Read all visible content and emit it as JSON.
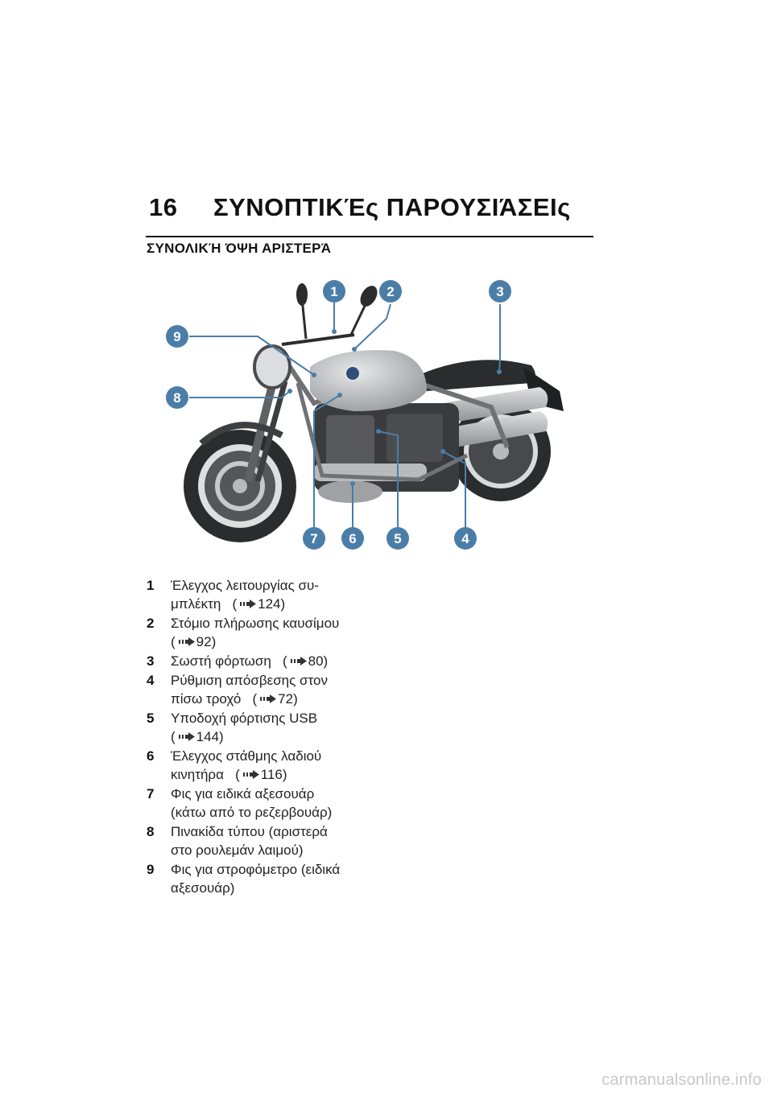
{
  "header": {
    "page_number": "16",
    "chapter_title": "ΣΥΝΟΠΤΙΚΈς ΠΑΡΟΥΣΙΆΣΕΙς"
  },
  "section_title": "ΣΥΝΟΛΙΚΉ ΌΨΗ ΑΡΙΣΤΕΡΆ",
  "figure": {
    "callouts": [
      "1",
      "2",
      "3",
      "4",
      "5",
      "6",
      "7",
      "8",
      "9"
    ],
    "accent_color": "#4a7ea8"
  },
  "items": [
    {
      "num": "1",
      "line1": "Έλεγχος λειτουργίας συ-",
      "line2": "μπλέκτη",
      "ref": "124)"
    },
    {
      "num": "2",
      "line1": "Στόμιο πλήρωσης καυσίμου",
      "line2": "",
      "ref": "92)"
    },
    {
      "num": "3",
      "line1": "Σωστή φόρτωση",
      "line2": "",
      "ref": "80)"
    },
    {
      "num": "4",
      "line1": "Ρύθμιση απόσβεσης στον",
      "line2": "πίσω τροχό",
      "ref": "72)"
    },
    {
      "num": "5",
      "line1": "Υποδοχή φόρτισης USB",
      "line2": "",
      "ref": "144)"
    },
    {
      "num": "6",
      "line1": "Έλεγχος στάθμης λαδιού",
      "line2": "κινητήρα",
      "ref": "116)"
    },
    {
      "num": "7",
      "line1": "Φις για ειδικά αξεσουάρ",
      "line2": "(κάτω από το ρεζερβουάρ)",
      "ref": ""
    },
    {
      "num": "8",
      "line1": "Πινακίδα τύπου (αριστερά",
      "line2": "στο ρουλεμάν λαιμού)",
      "ref": ""
    },
    {
      "num": "9",
      "line1": "Φις για στροφόμετρο (ειδικά",
      "line2": "αξεσουάρ)",
      "ref": ""
    }
  ],
  "ref_prefix": "(",
  "footer": "carmanualsonline.info"
}
